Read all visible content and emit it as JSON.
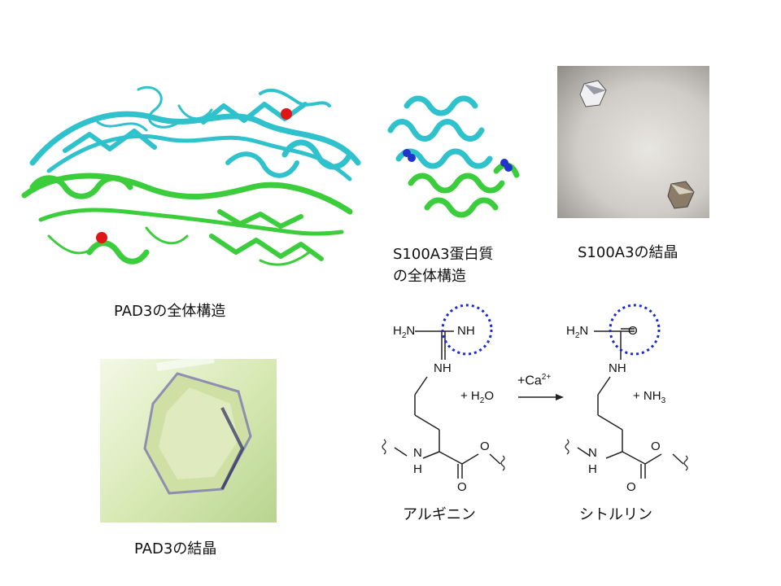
{
  "captions": {
    "pad3_structure": "PAD3の全体構造",
    "s100a3_structure_line1": "S100A3蛋白質",
    "s100a3_structure_line2": "の全体構造",
    "s100a3_crystal": "S100A3の結晶",
    "pad3_crystal": "PAD3の結晶"
  },
  "reaction": {
    "left_name": "アルギニン",
    "right_name": "シトルリン",
    "reagent_plus": "+ H",
    "reagent_sub": "2",
    "reagent_o": "O",
    "catalyst": "+Ca",
    "catalyst_sup": "2+",
    "product_plus": "+ NH",
    "product_sub": "3",
    "atoms": {
      "h2n_h": "H",
      "h2n_2": "2",
      "h2n_n": "N",
      "nh": "NH",
      "n": "N",
      "h": "H",
      "o": "O"
    }
  },
  "colors": {
    "chain_a": "#2fc2cc",
    "chain_b": "#3ccd3c",
    "zinc_sphere": "#e01515",
    "ligand_sphere": "#2233cc",
    "highlight_circle": "#1a2bd6",
    "crystal_bg_s100": "#cfcbc6",
    "crystal_bg_pad3": "#d6e8b2"
  },
  "icons": {
    "reaction_arrow": "right-arrow-icon",
    "highlight": "dotted-circle-icon"
  }
}
